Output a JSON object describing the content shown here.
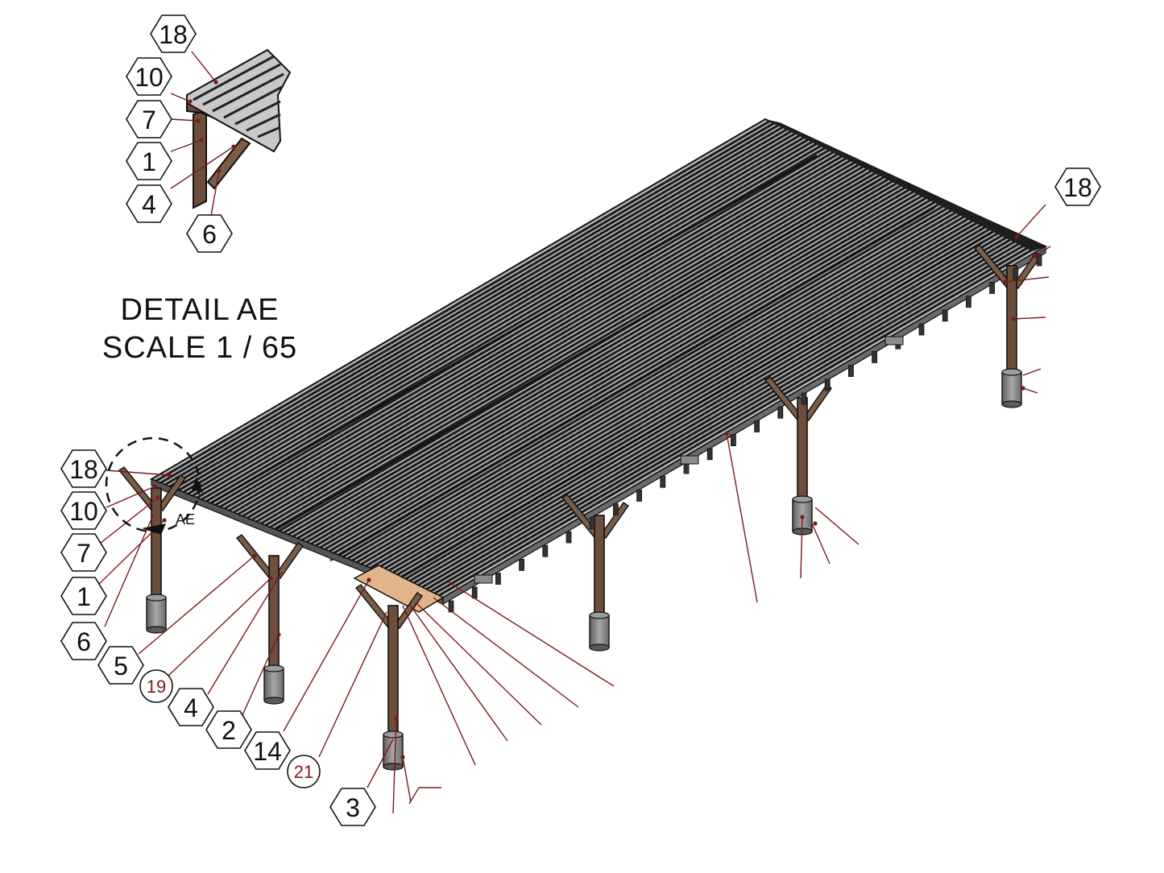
{
  "detail": {
    "title": "DETAIL  AE",
    "scale": "SCALE 1 / 65",
    "view_mark": "AE",
    "callouts": [
      "18",
      "10",
      "7",
      "1",
      "4",
      "6"
    ]
  },
  "main": {
    "left_callouts": [
      "18",
      "10",
      "7",
      "1",
      "6",
      "5",
      "19",
      "4",
      "2",
      "14",
      "21",
      "3"
    ],
    "right_callouts": [
      "18"
    ]
  },
  "colors": {
    "roof_dark": "#2a2a2a",
    "roof_light": "#bdbdbd",
    "timber": "#6b4f3a",
    "timber_light": "#e2b48c",
    "leader": "#7a1b1b",
    "footing": "#8c8c8c"
  }
}
